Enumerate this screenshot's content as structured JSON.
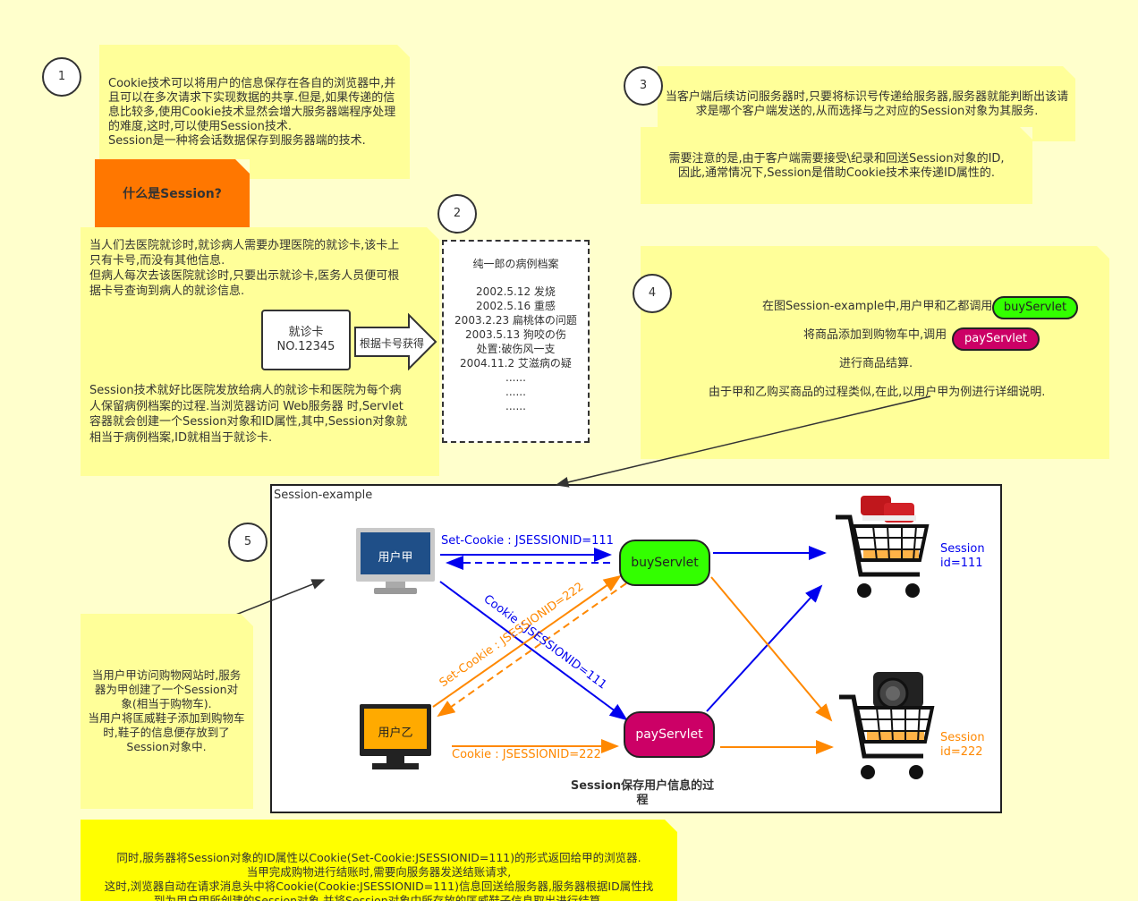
{
  "steps": [
    "1",
    "2",
    "3",
    "4",
    "5"
  ],
  "note1": [
    "Cookie技术可以将用户的信息保存在各自的浏览器中,并",
    "且可以在多次请求下实现数据的共享.但是,如果传递的信",
    "息比较多,使用Cookie技术显然会增大服务器端程序处理",
    "的难度,这时,可以使用Session技术.",
    "Session是一种将会话数据保存到服务器端的技术."
  ],
  "title_box": "什么是Session?",
  "note2a": [
    "当人们去医院就诊时,就诊病人需要办理医院的就诊卡,该卡上",
    "只有卡号,而没有其他信息.",
    "但病人每次去该医院就诊时,只要出示就诊卡,医务人员便可根",
    "据卡号查询到病人的就诊信息."
  ],
  "note2b": [
    "Session技术就好比医院发放给病人的就诊卡和医院为每个病",
    "人保留病例档案的过程.当浏览器访问 Web服务器 时,Servlet",
    "容器就会创建一个Session对象和ID属性,其中,Session对象就",
    "相当于病例档案,ID就相当于就诊卡."
  ],
  "card": [
    "就诊卡",
    "NO.12345"
  ],
  "arrow_label": "根据卡号获得",
  "record": [
    "纯一郎の病例档案",
    "",
    "2002.5.12  发烧",
    "2002.5.16  重感",
    "2003.2.23 扁桃体の问题",
    "2003.5.13 狗咬の伤",
    "处置:破伤风一支",
    "2004.11.2 艾滋病の疑",
    "......",
    "......",
    "......"
  ],
  "note3a": [
    "当客户端后续访问服务器时,只要将标识号传递给服务器,服务器就能判断出该请",
    "求是哪个客户端发送的,从而选择与之对应的Session对象为其服务."
  ],
  "note3b": [
    "需要注意的是,由于客户端需要接受\\纪录和回送Session对象的ID,",
    "因此,通常情况下,Session是借助Cookie技术来传递ID属性的."
  ],
  "note4": {
    "line1": "在图Session-example中,用户甲和乙都调用",
    "buy": "buyServlet",
    "line2": "将商品添加到购物车中,调用",
    "pay": "payServlet",
    "line3": "进行商品结算.",
    "line4": "由于甲和乙购买商品的过程类似,在此,以用户甲为例进行详细说明."
  },
  "diagram": {
    "title": "Session-example",
    "user_a": "用户甲",
    "user_b": "用户乙",
    "buy": "buyServlet",
    "pay": "payServlet",
    "set_cookie_111": "Set-Cookie : JSESSIONID=111",
    "cookie_111": "Cookie : JSESSIONID=111",
    "set_cookie_222": "Set-Cookie : JSESSIONID=222",
    "cookie_222": "Cookie : JSESSIONID=222",
    "session_111": [
      "Session",
      "id=111"
    ],
    "session_222": [
      "Session",
      "id=222"
    ],
    "caption": [
      "Session保存用户信息的过",
      "程"
    ]
  },
  "note5": [
    "当用户甲访问购物网站时,服务",
    "器为甲创建了一个Session对",
    "象(相当于购物车).",
    "当用户将匡威鞋子添加到购物车",
    "时,鞋子的信息便存放到了",
    "Session对象中."
  ],
  "note6": [
    "同时,服务器将Session对象的ID属性以Cookie(Set-Cookie:JSESSIONID=111)的形式返回给甲的浏览器.",
    "当甲完成购物进行结账时,需要向服务器发送结账请求,",
    "这时,浏览器自动在请求消息头中将Cookie(Cookie:JSESSIONID=111)信息回送给服务器,服务器根据ID属性找",
    "到为用户甲所创建的Session对象,并将Session对象中所存放的匡威鞋子信息取出进行结算."
  ],
  "colors": {
    "blue": "#0000ee",
    "orange": "#ff8800",
    "green": "#33ff00",
    "magenta": "#cc0066",
    "title_orange": "#ff7700"
  }
}
